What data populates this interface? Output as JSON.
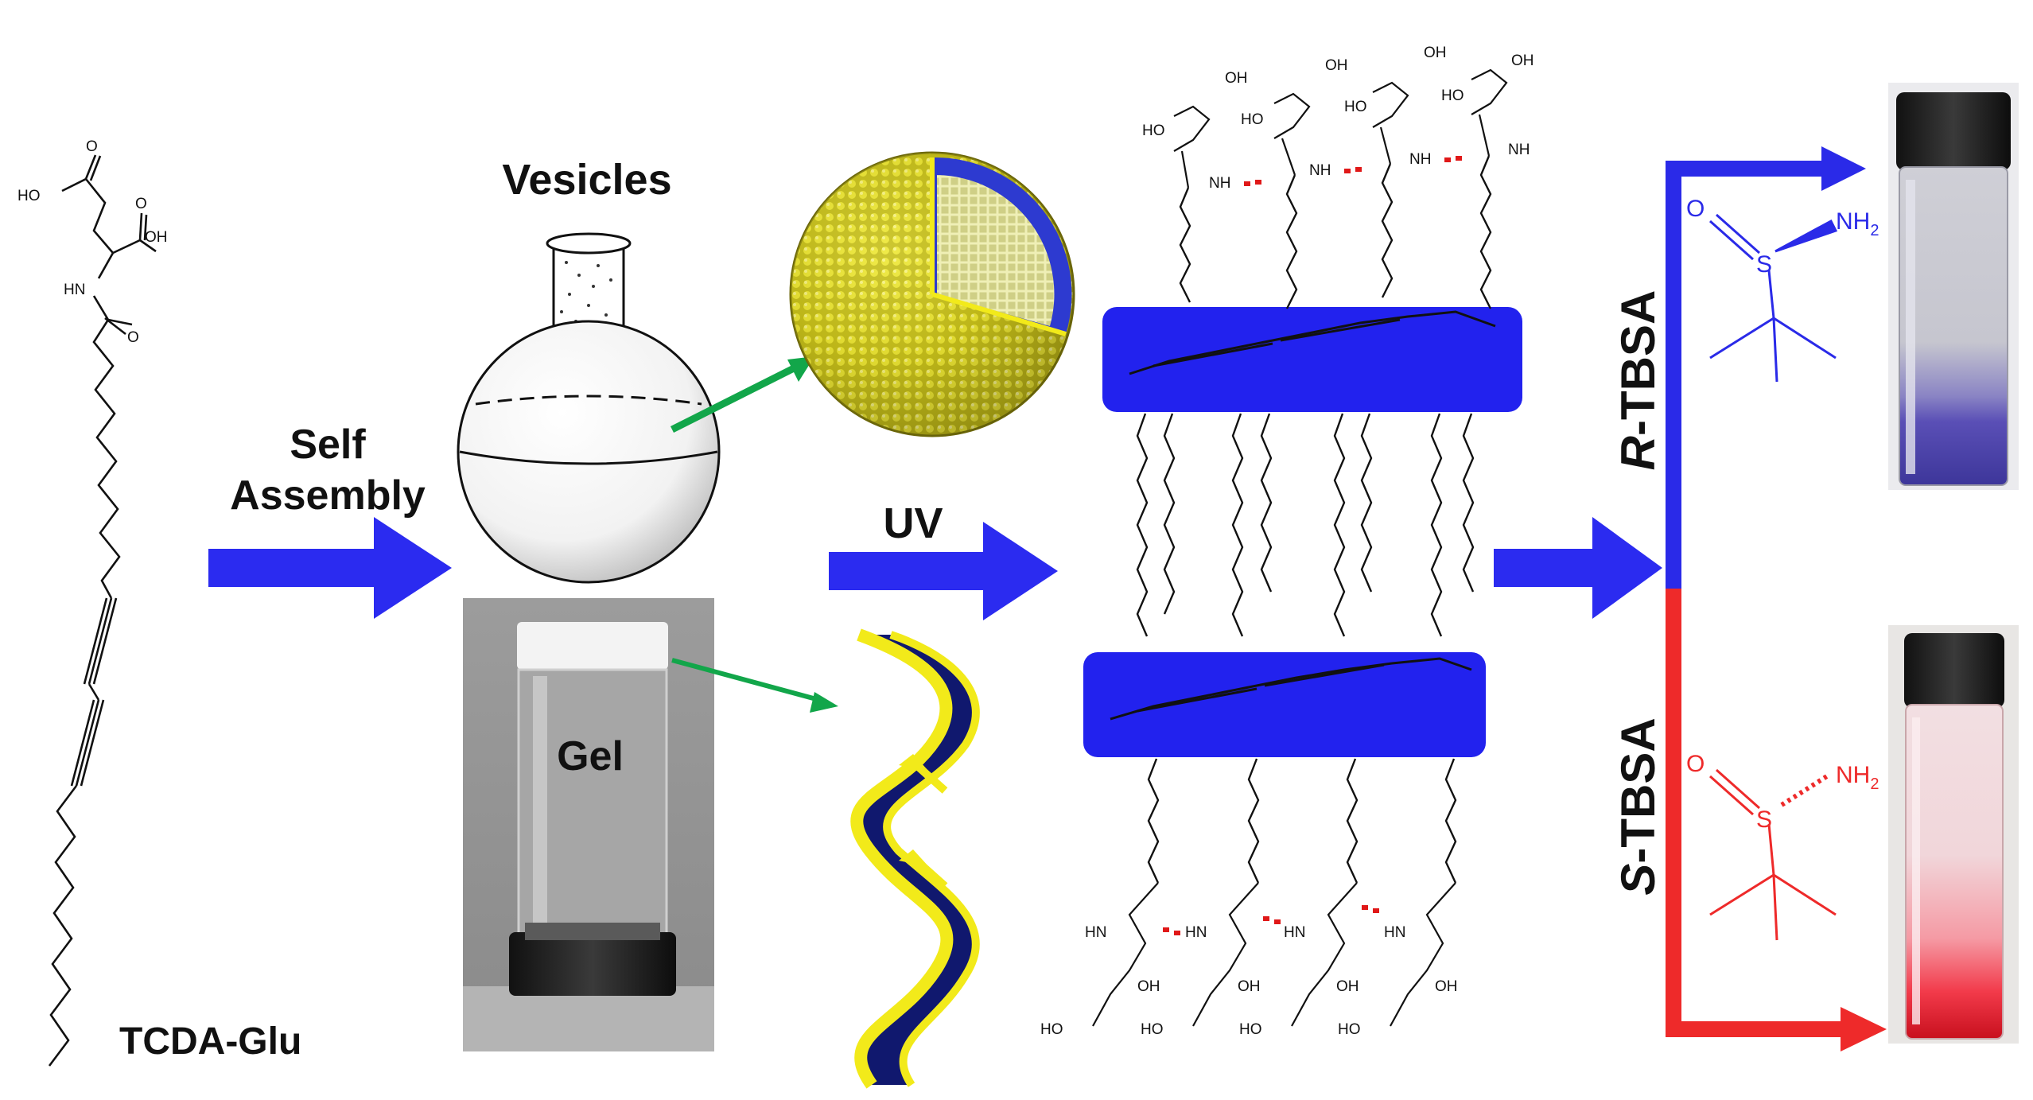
{
  "molecule": {
    "name": "TCDA-Glu"
  },
  "steps": {
    "self_assembly": "Self\nAssembly",
    "vesicles": "Vesicles",
    "gel": "Gel",
    "uv": "UV"
  },
  "chem_labels": {
    "ho": "HO",
    "oh": "OH",
    "cooh_o": "O",
    "nh": "NH",
    "hn": "HN",
    "nh2": "NH",
    "nh2_sub": "2",
    "s": "S"
  },
  "branches": [
    {
      "label_italic": "R",
      "label_rest": "-TBSA",
      "color": "#2a2ae8"
    },
    {
      "label_italic": "S",
      "label_rest": "-TBSA",
      "color": "#ee2a2a"
    }
  ],
  "colors": {
    "blue_arrow": "#2b2bf0",
    "green_arrow": "#12a64a",
    "pda_blue": "#2222ee",
    "helix_yellow": "#f2ea1a",
    "helix_navy": "#10186e",
    "h_bond_red": "#e01818"
  }
}
